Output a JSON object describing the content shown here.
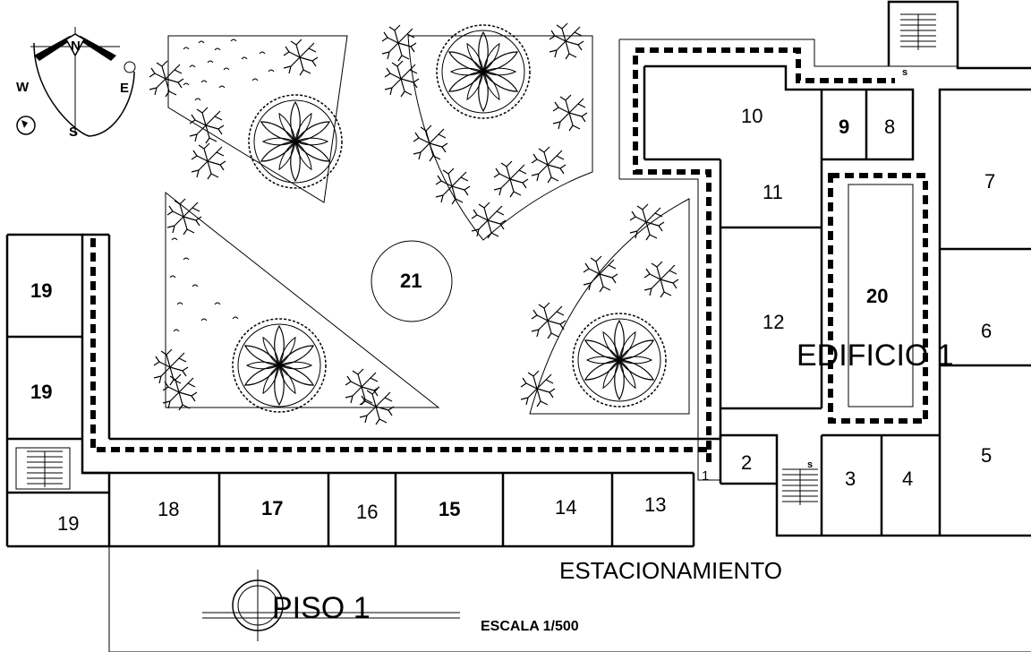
{
  "plan": {
    "building_label": "EDIFICIO 1",
    "parking_label": "ESTACIONAMIENTO",
    "floor_label": "PISO 1",
    "scale_label": "ESCALA 1/500",
    "stair_label": "s",
    "corridor_exit_label": "1"
  },
  "compass": {
    "north": "N",
    "south": "S",
    "west": "W",
    "east": "E"
  },
  "rooms": {
    "r2": "2",
    "r3": "3",
    "r4": "4",
    "r5": "5",
    "r6": "6",
    "r7": "7",
    "r8": "8",
    "r9": "9",
    "r10": "10",
    "r11": "11",
    "r12": "12",
    "r13": "13",
    "r14": "14",
    "r15": "15",
    "r16": "16",
    "r17": "17",
    "r18": "18",
    "r19a": "19",
    "r19b": "19",
    "r19c": "19",
    "r20": "20",
    "r21": "21"
  }
}
